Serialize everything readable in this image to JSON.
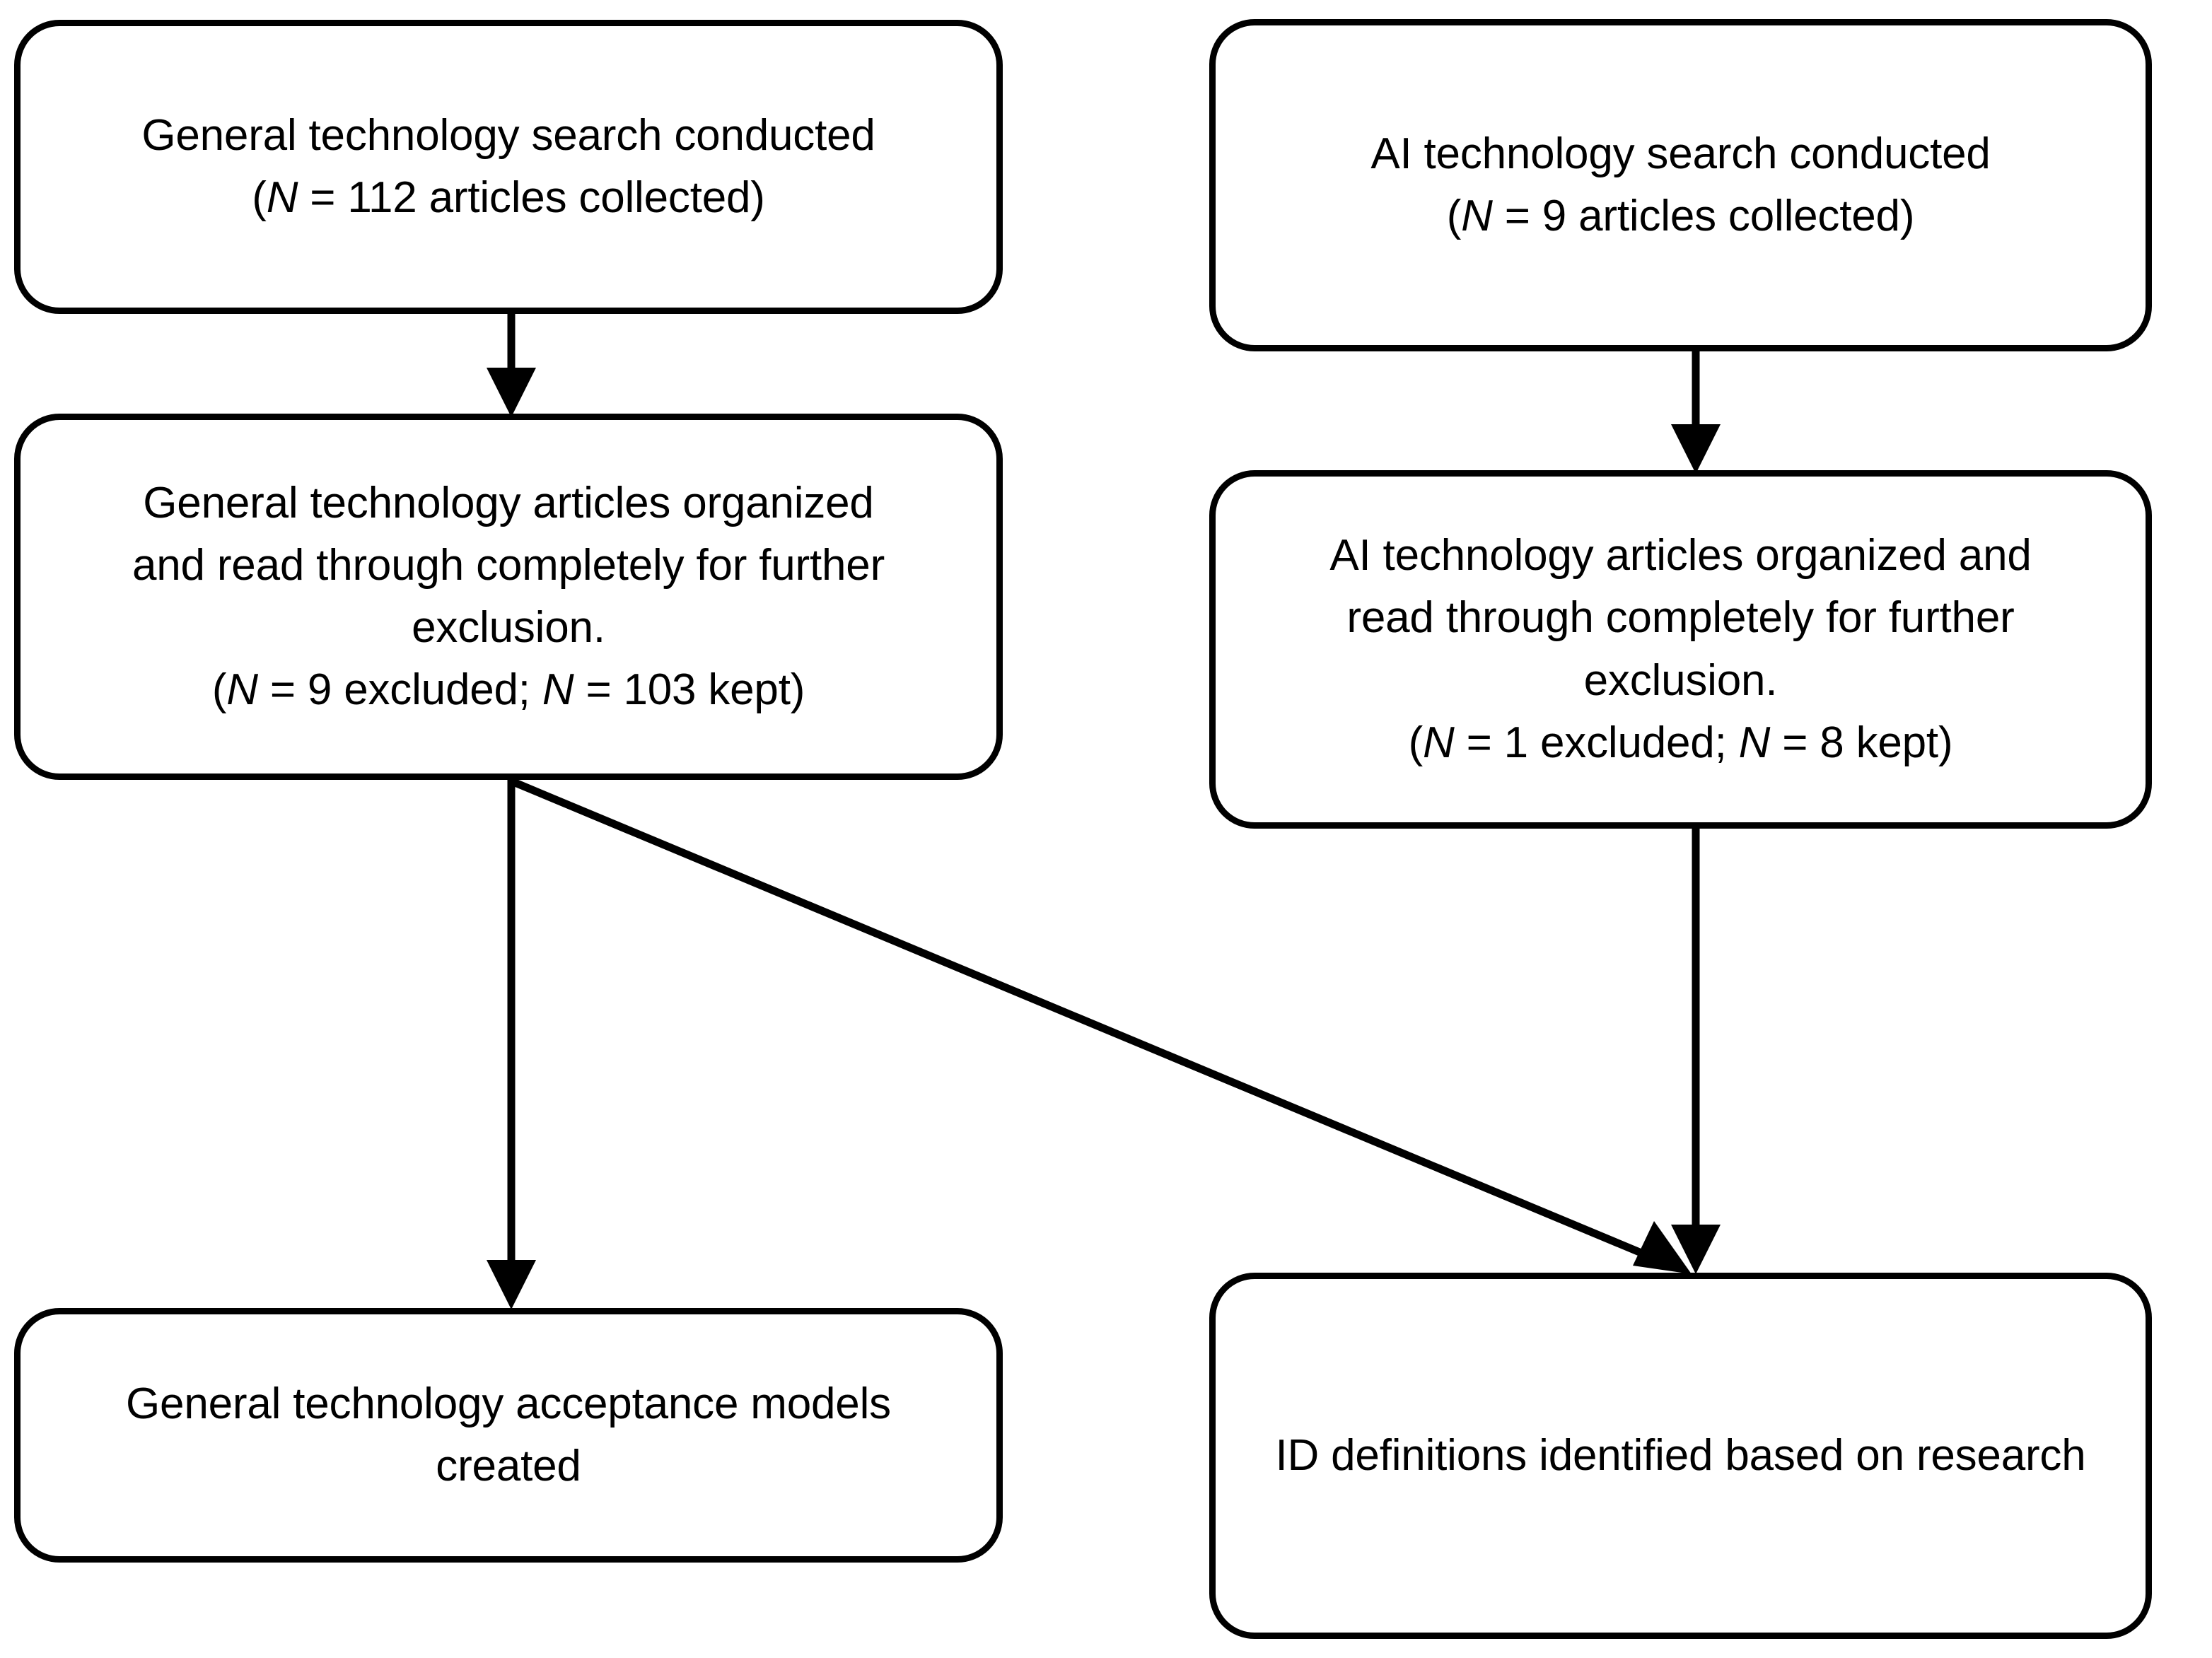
{
  "diagram": {
    "type": "flowchart",
    "title": "Article search and screening flowchart",
    "orientation": "top-to-bottom, two columns",
    "accent_color": "#000000",
    "background_color": "#ffffff"
  },
  "nodes": {
    "general_search": {
      "id": "general-search",
      "column": "left",
      "row": 1,
      "text": "General technology search conducted\n(N = 112 articles collected)",
      "line1": "General technology search conducted",
      "line2_prefix": "(",
      "line2_italic": "N",
      "line2_rest": " = 112 articles collected)",
      "n_value": 112,
      "n_label": "articles collected"
    },
    "ai_search": {
      "id": "ai-search",
      "column": "right",
      "row": 1,
      "text": "AI technology search conducted\n(N = 9 articles collected)",
      "line1": "AI technology search conducted",
      "line2_prefix": "(",
      "line2_italic": "N",
      "line2_rest": " = 9 articles collected)",
      "n_value": 9,
      "n_label": "articles collected"
    },
    "general_organized": {
      "id": "general-organized",
      "column": "left",
      "row": 2,
      "text": "General technology articles organized and read through completely for further exclusion.\n(N = 9 excluded; N = 103 kept)",
      "line1": "General technology articles organized and",
      "line2": "read through completely for further",
      "line3": "exclusion.",
      "line4_prefix": "(",
      "line4_italic_a": "N",
      "line4_mid": " = 9 excluded; ",
      "line4_italic_b": "N",
      "line4_rest": " = 103 kept)",
      "excluded": 9,
      "kept": 103
    },
    "ai_organized": {
      "id": "ai-organized",
      "column": "right",
      "row": 2,
      "text": "AI technology articles organized and read through completely for further exclusion.\n(N = 1 excluded; N = 8 kept)",
      "line1": "AI technology articles organized and read",
      "line2": "through completely for further exclusion.",
      "line3_prefix": "(",
      "line3_italic_a": "N",
      "line3_mid": " = 1 excluded; ",
      "line3_italic_b": "N",
      "line3_rest": " = 8 kept)",
      "excluded": 1,
      "kept": 8
    },
    "general_models": {
      "id": "general-models",
      "column": "left",
      "row": 3,
      "text": "General technology acceptance models created",
      "line1": "General technology acceptance models",
      "line2": "created"
    },
    "id_definitions": {
      "id": "id-definitions",
      "column": "right",
      "row": 3,
      "text": "ID definitions identified based on research",
      "line1": "ID definitions identified based on research"
    }
  },
  "edges": [
    {
      "id": "general-search-to-general-organized",
      "from": "general_search",
      "to": "general_organized",
      "style": "vertical-arrow",
      "label": ""
    },
    {
      "id": "ai-search-to-ai-organized",
      "from": "ai_search",
      "to": "ai_organized",
      "style": "vertical-arrow",
      "label": ""
    },
    {
      "id": "general-organized-to-general-models",
      "from": "general_organized",
      "to": "general_models",
      "style": "vertical-arrow",
      "label": ""
    },
    {
      "id": "ai-organized-to-id-definitions",
      "from": "ai_organized",
      "to": "id_definitions",
      "style": "vertical-arrow",
      "label": ""
    },
    {
      "id": "general-organized-to-id-definitions",
      "from": "general_organized",
      "to": "id_definitions",
      "style": "diagonal-arrow",
      "label": ""
    }
  ]
}
